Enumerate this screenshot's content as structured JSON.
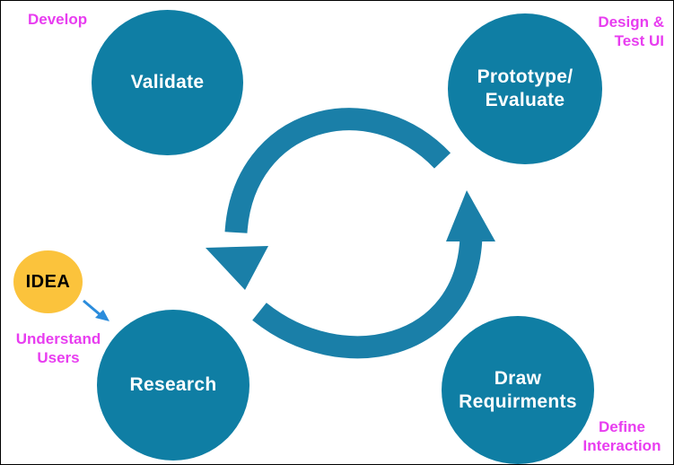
{
  "colors": {
    "stage": "#0f7ea4",
    "cycle_arrow": "#1a7fa8",
    "note": "#e83df0",
    "idea": "#fbc33c",
    "pointer_arrow": "#2b8cdc"
  },
  "stages": {
    "validate": "Validate",
    "prototype": "Prototype/\nEvaluate",
    "research": "Research",
    "draw": "Draw\nRequirments"
  },
  "notes": {
    "develop": "Develop",
    "design": "Design &\nTest UI",
    "understand": "Understand\nUsers",
    "define": "Define\nInteraction"
  },
  "idea": "IDEA"
}
